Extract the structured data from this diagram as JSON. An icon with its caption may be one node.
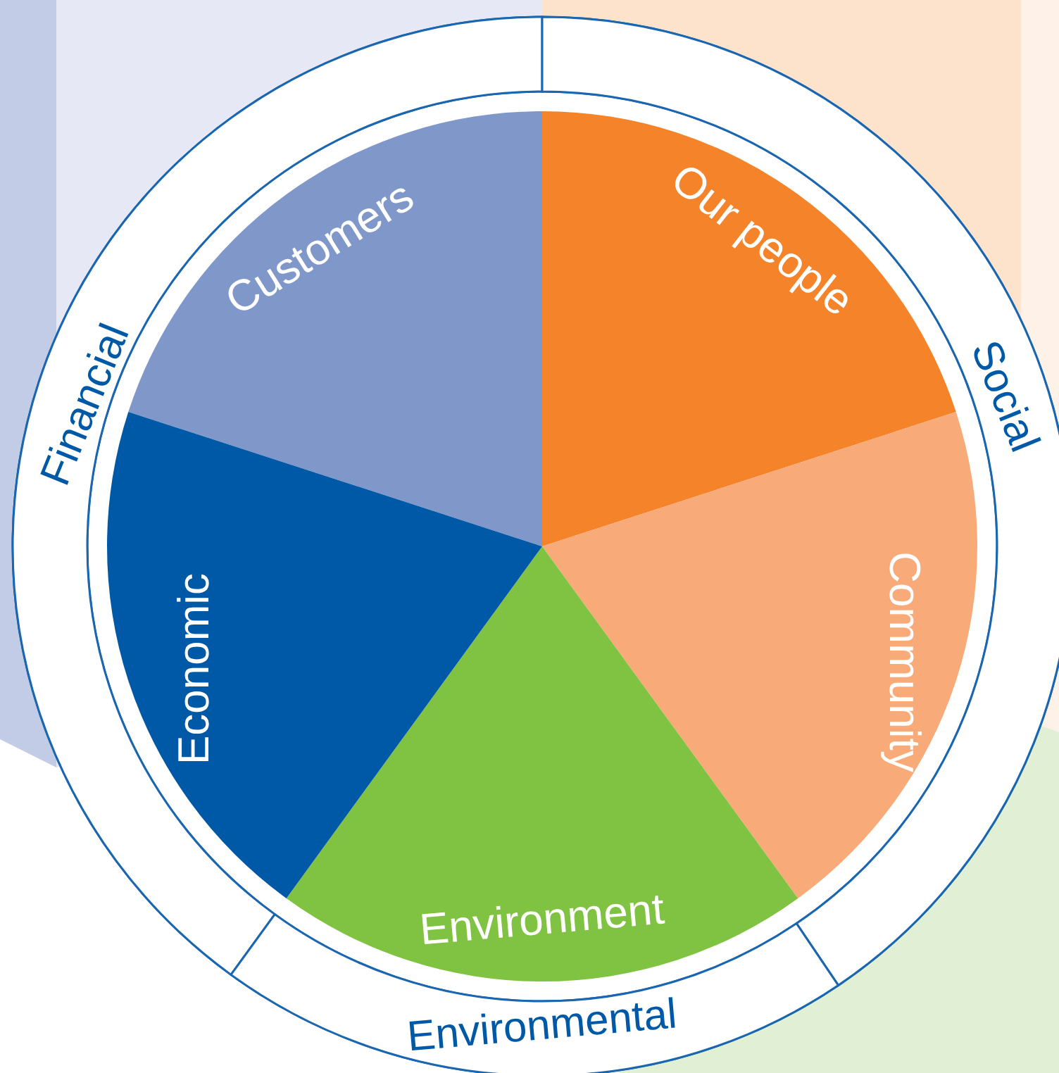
{
  "diagram": {
    "nodes": [
      {
        "text": [
          "Financial"
        ]
      },
      {
        "text": [
          "Social"
        ]
      },
      {
        "text": [
          "Environmental"
        ]
      },
      {
        "text": [
          "Customers"
        ]
      },
      {
        "text": [
          "Our people"
        ]
      },
      {
        "text": [
          "Community"
        ]
      },
      {
        "text": [
          "Environment"
        ]
      },
      {
        "text": [
          "Economic"
        ]
      }
    ]
  }
}
